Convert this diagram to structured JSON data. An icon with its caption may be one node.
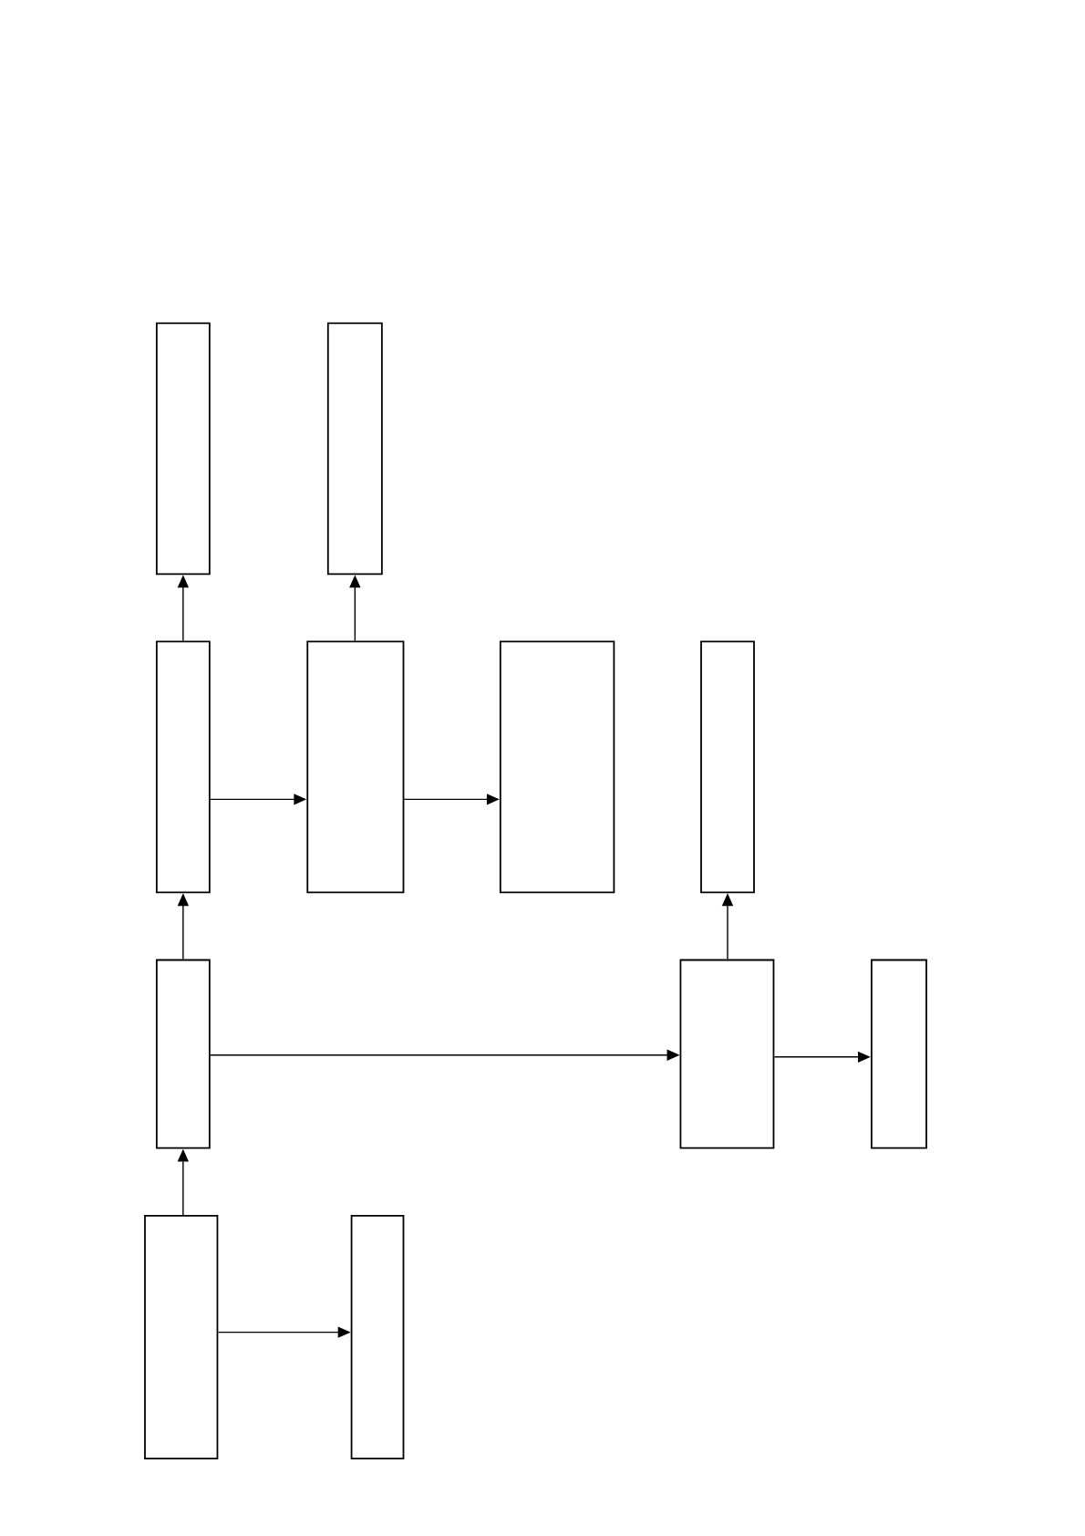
{
  "diagram": {
    "nodes": [
      {
        "text": [],
        "shape": "box"
      },
      {
        "text": [],
        "shape": "box"
      },
      {
        "text": [],
        "shape": "box"
      },
      {
        "text": [],
        "shape": "box"
      },
      {
        "text": [],
        "shape": "box"
      },
      {
        "text": [],
        "shape": "box"
      },
      {
        "text": [],
        "shape": "box"
      },
      {
        "text": [],
        "shape": "box"
      },
      {
        "text": [],
        "shape": "box"
      },
      {
        "text": [],
        "shape": "box"
      },
      {
        "text": [],
        "shape": "box"
      }
    ],
    "edges": [
      {
        "from": 2,
        "to": 0,
        "arrow": "to"
      },
      {
        "from": 3,
        "to": 1,
        "arrow": "to"
      },
      {
        "from": 2,
        "to": 3,
        "arrow": "to"
      },
      {
        "from": 3,
        "to": 4,
        "arrow": "to"
      },
      {
        "from": 6,
        "to": 2,
        "arrow": "to"
      },
      {
        "from": 7,
        "to": 5,
        "arrow": "to"
      },
      {
        "from": 6,
        "to": 7,
        "arrow": "to"
      },
      {
        "from": 7,
        "to": 8,
        "arrow": "to"
      },
      {
        "from": 9,
        "to": 6,
        "arrow": "to"
      },
      {
        "from": 9,
        "to": 10,
        "arrow": "to"
      }
    ]
  }
}
